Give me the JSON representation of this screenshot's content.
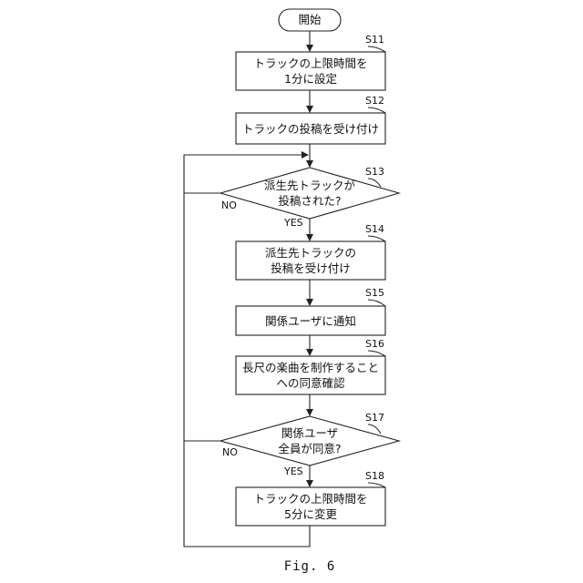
{
  "start": {
    "label": "開始"
  },
  "steps": {
    "s11": {
      "id": "S11",
      "lines": [
        "トラックの上限時間を",
        "1分に設定"
      ]
    },
    "s12": {
      "id": "S12",
      "lines": [
        "トラックの投稿を受け付け"
      ]
    },
    "s13": {
      "id": "S13",
      "lines": [
        "派生先トラックが",
        "投稿された?"
      ]
    },
    "s14": {
      "id": "S14",
      "lines": [
        "派生先トラックの",
        "投稿を受け付け"
      ]
    },
    "s15": {
      "id": "S15",
      "lines": [
        "関係ユーザに通知"
      ]
    },
    "s16": {
      "id": "S16",
      "lines": [
        "長尺の楽曲を制作すること",
        "への同意確認"
      ]
    },
    "s17": {
      "id": "S17",
      "lines": [
        "関係ユーザ",
        "全員が同意?"
      ]
    },
    "s18": {
      "id": "S18",
      "lines": [
        "トラックの上限時間を",
        "5分に変更"
      ]
    }
  },
  "branches": {
    "s13_no": "NO",
    "s13_yes": "YES",
    "s17_no": "NO",
    "s17_yes": "YES"
  },
  "caption": "Fig. 6"
}
